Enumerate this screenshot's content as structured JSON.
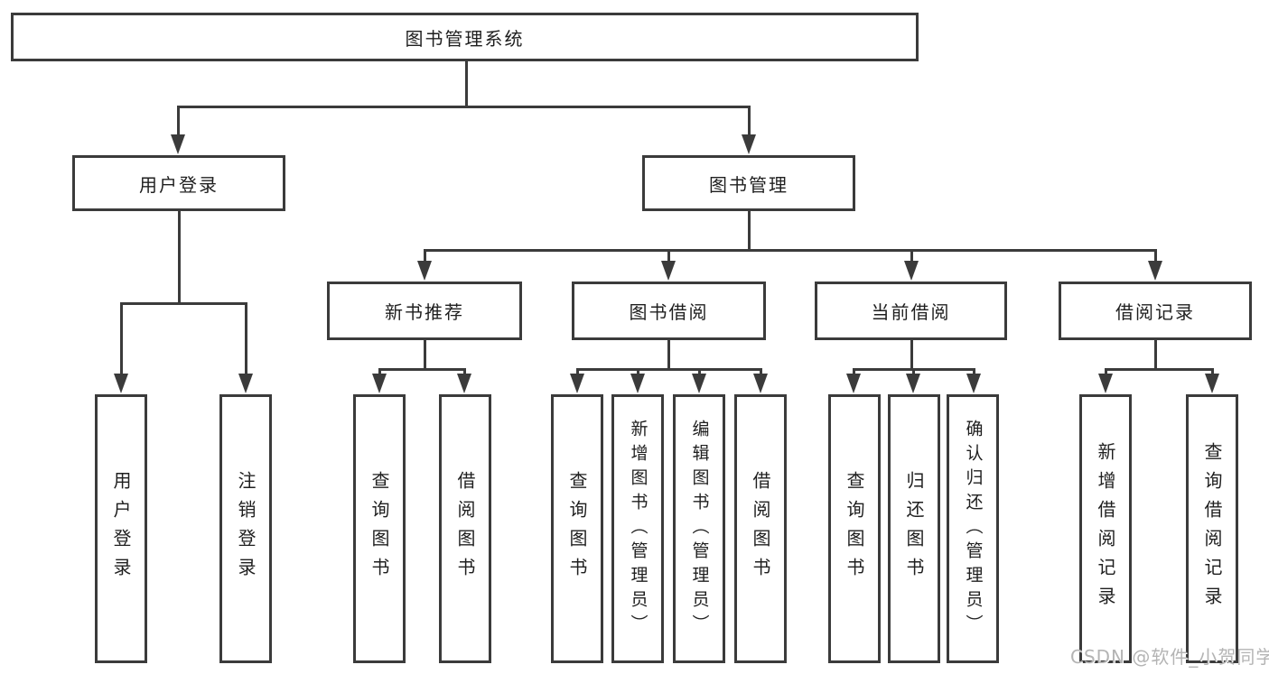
{
  "diagram": {
    "title": "图书管理系统",
    "root": {
      "label": "图书管理系统"
    },
    "level2": [
      {
        "label": "用户登录"
      },
      {
        "label": "图书管理"
      }
    ],
    "level3": [
      {
        "label": "新书推荐",
        "parent": "图书管理"
      },
      {
        "label": "图书借阅",
        "parent": "图书管理"
      },
      {
        "label": "当前借阅",
        "parent": "图书管理"
      },
      {
        "label": "借阅记录",
        "parent": "图书管理"
      }
    ],
    "leaves": [
      {
        "label": "用户登录",
        "parent": "用户登录"
      },
      {
        "label": "注销登录",
        "parent": "用户登录"
      },
      {
        "label": "查询图书",
        "parent": "新书推荐"
      },
      {
        "label": "借阅图书",
        "parent": "新书推荐"
      },
      {
        "label": "查询图书",
        "parent": "图书借阅"
      },
      {
        "label": "新增图书（管理员）",
        "parent": "图书借阅"
      },
      {
        "label": "编辑图书（管理员）",
        "parent": "图书借阅"
      },
      {
        "label": "借阅图书",
        "parent": "图书借阅"
      },
      {
        "label": "查询图书",
        "parent": "当前借阅"
      },
      {
        "label": "归还图书",
        "parent": "当前借阅"
      },
      {
        "label": "确认归还（管理员）",
        "parent": "当前借阅"
      },
      {
        "label": "新增借阅记录",
        "parent": "借阅记录"
      },
      {
        "label": "查询借阅记录",
        "parent": "借阅记录"
      }
    ]
  },
  "watermark": {
    "text": "CSDN @软件_小贺同学",
    "color": "#b4b4b4"
  },
  "colors": {
    "line": "#3b3b3b",
    "box_border": "#3b3b3b",
    "text": "#1f1f1f",
    "background": "#ffffff"
  }
}
